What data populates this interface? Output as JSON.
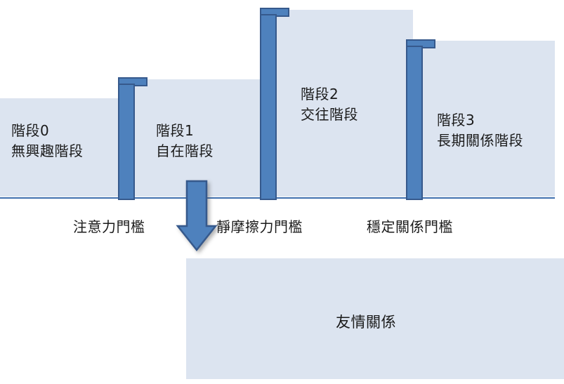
{
  "diagram": {
    "title": "relationship-stage-staircase",
    "colors": {
      "step_fill": "#dce4f0",
      "pillar_fill": "#4e81bd",
      "pillar_stroke": "#36598c",
      "baseline": "#3f6fae",
      "text": "#1a1a1a",
      "background": "#ffffff"
    },
    "stages": [
      {
        "id": "stage-0",
        "number_label": "階段0",
        "name_label": "無興趣階段"
      },
      {
        "id": "stage-1",
        "number_label": "階段1",
        "name_label": "自在階段"
      },
      {
        "id": "stage-2",
        "number_label": "階段2",
        "name_label": "交往階段"
      },
      {
        "id": "stage-3",
        "number_label": "階段3",
        "name_label": "長期關係階段"
      }
    ],
    "thresholds": [
      {
        "id": "threshold-attention",
        "label": "注意力門檻"
      },
      {
        "id": "threshold-static-friction",
        "label": "靜摩擦力門檻"
      },
      {
        "id": "threshold-stable-relationship",
        "label": "穩定關係門檻"
      }
    ],
    "outcome": {
      "id": "outcome-friendship",
      "label": "友情關係"
    },
    "arrow": {
      "id": "downward-arrow",
      "direction": "down"
    }
  }
}
